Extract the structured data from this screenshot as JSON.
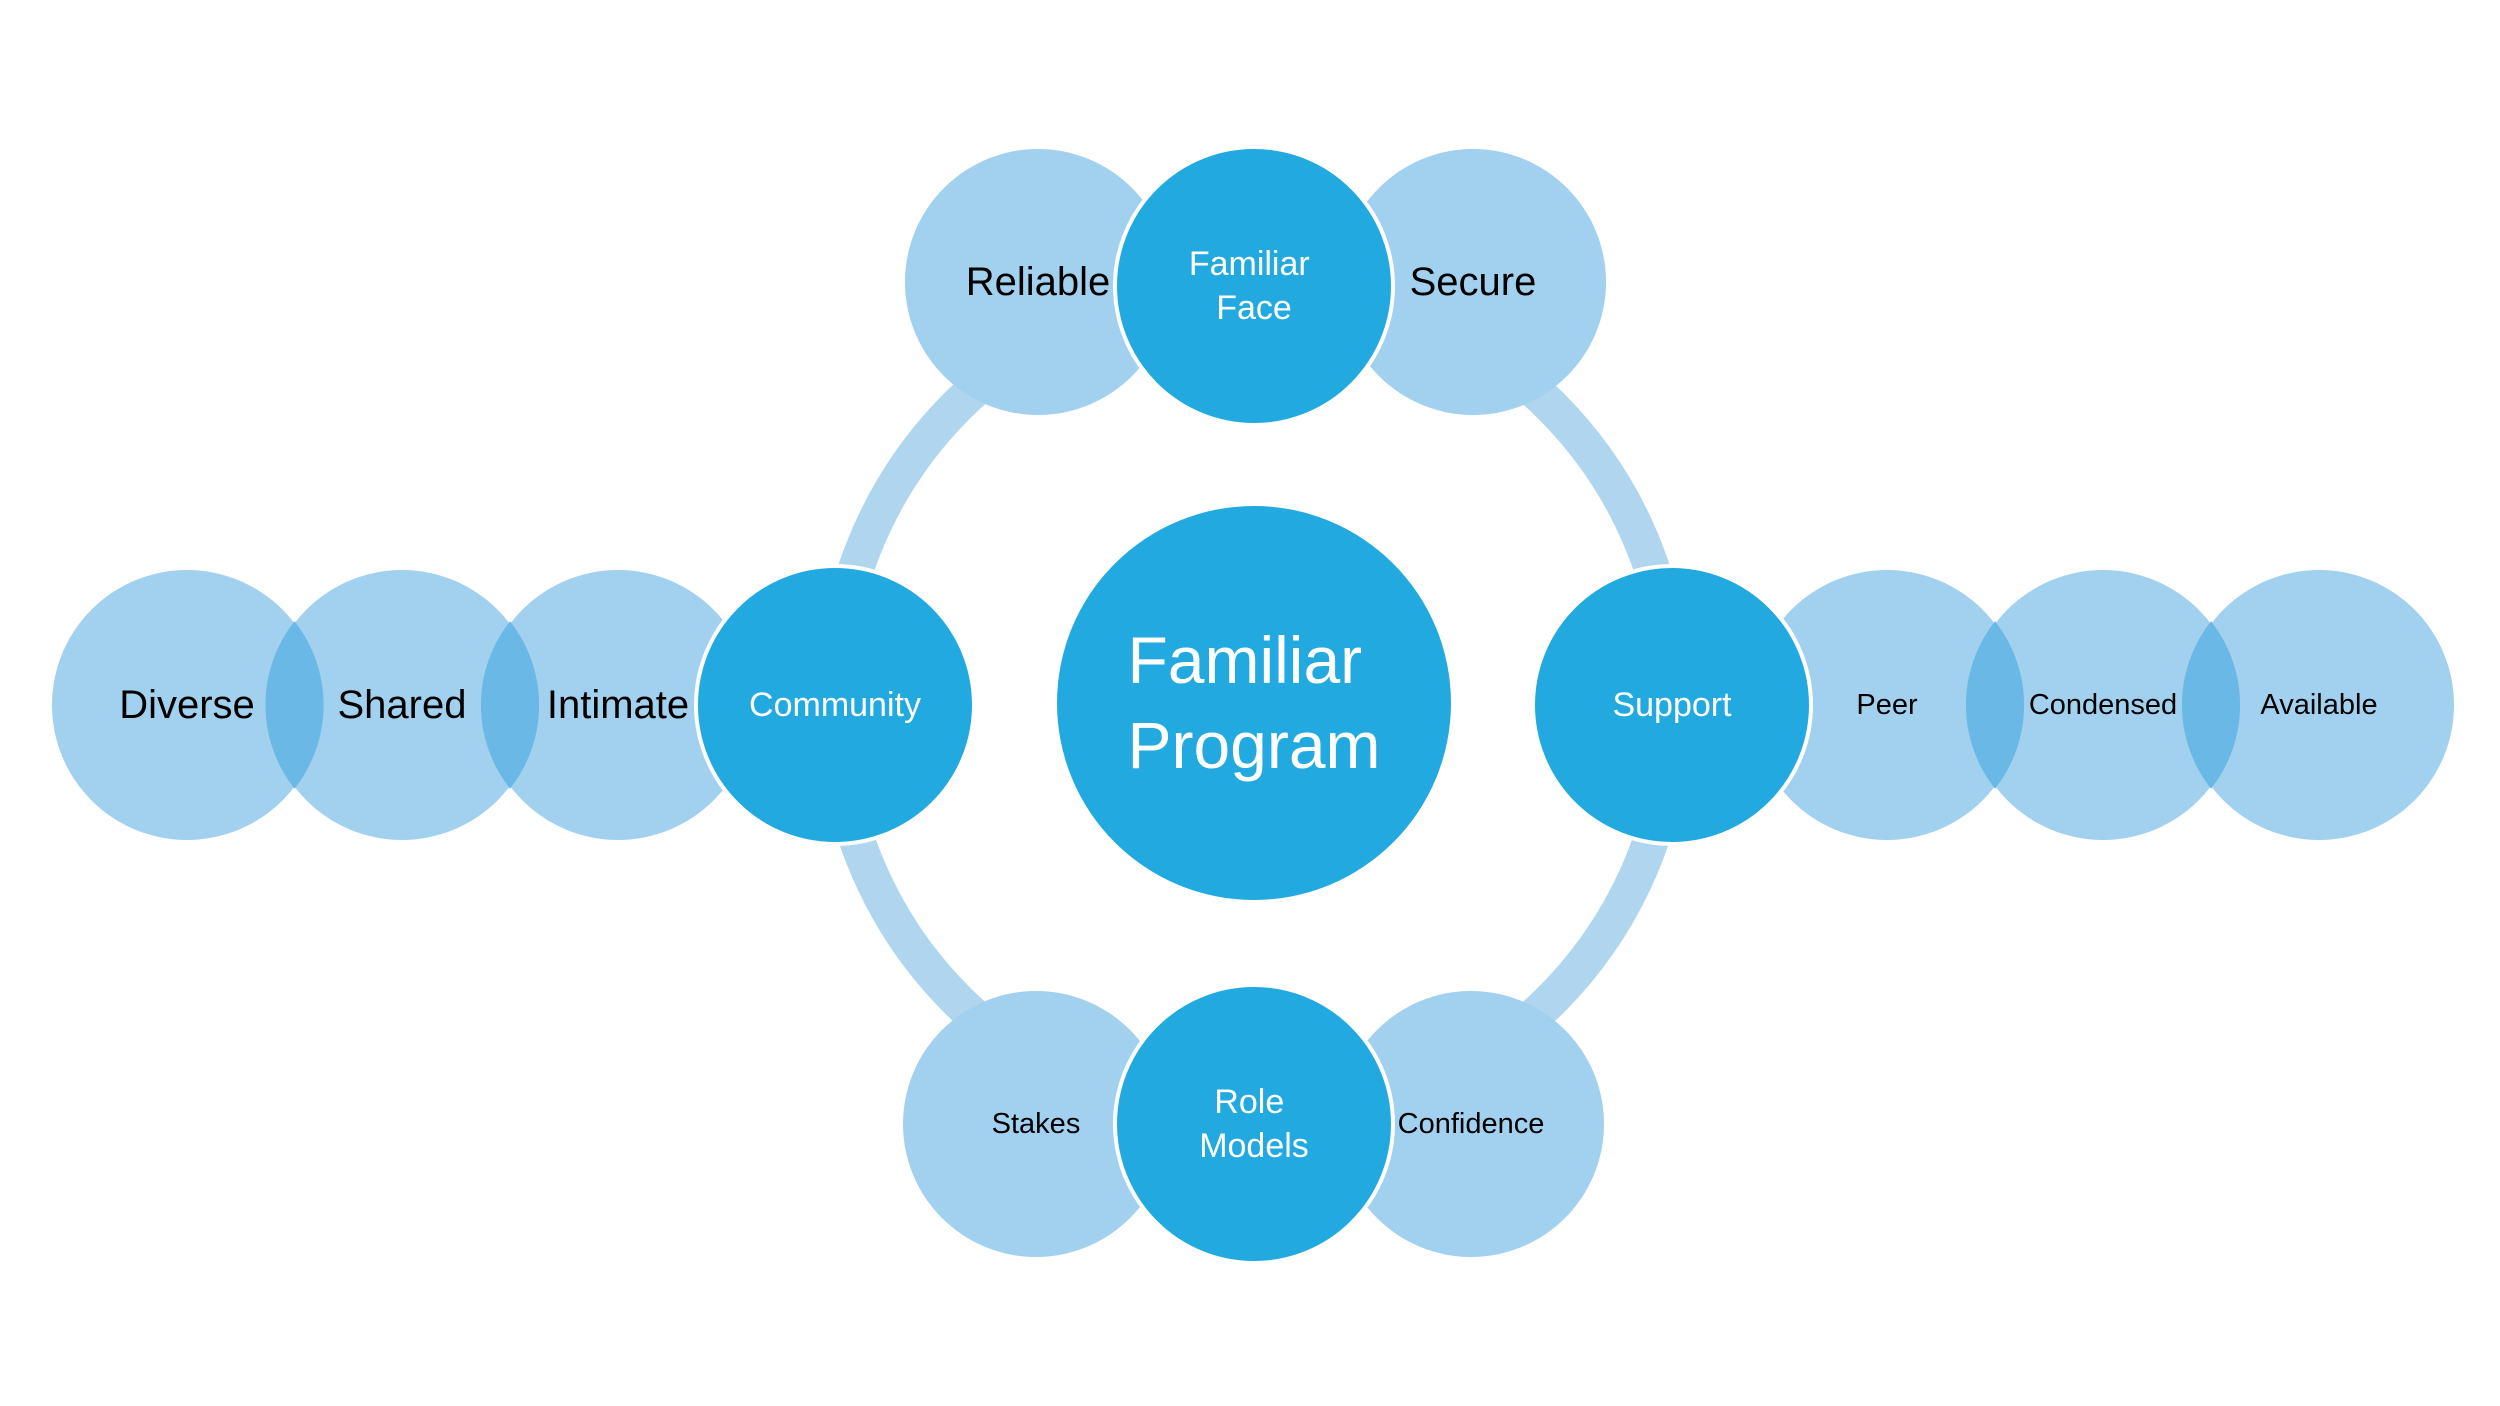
{
  "colors": {
    "background": "#ffffff",
    "primary": "#22aae0",
    "secondary": "#a2d1ef",
    "overlap": "#6ab8e5",
    "ring": "#b0d6ef",
    "outline": "#ffffff",
    "text_dark": "#000000",
    "text_light": "#ffffff"
  },
  "center": {
    "lines": [
      "Familiar",
      "Program"
    ]
  },
  "branches": [
    {
      "id": "top",
      "label": [
        "Familiar",
        "Face"
      ],
      "items": [
        "Reliable",
        "Secure"
      ]
    },
    {
      "id": "left",
      "label": [
        "Community"
      ],
      "items": [
        "Intimate",
        "Shared",
        "Diverse"
      ]
    },
    {
      "id": "right",
      "label": [
        "Support"
      ],
      "items": [
        "Peer",
        "Condensed",
        "Available"
      ]
    },
    {
      "id": "bottom",
      "label": [
        "Role",
        "Models"
      ],
      "items": [
        "Stakes",
        "Confidence"
      ]
    }
  ]
}
